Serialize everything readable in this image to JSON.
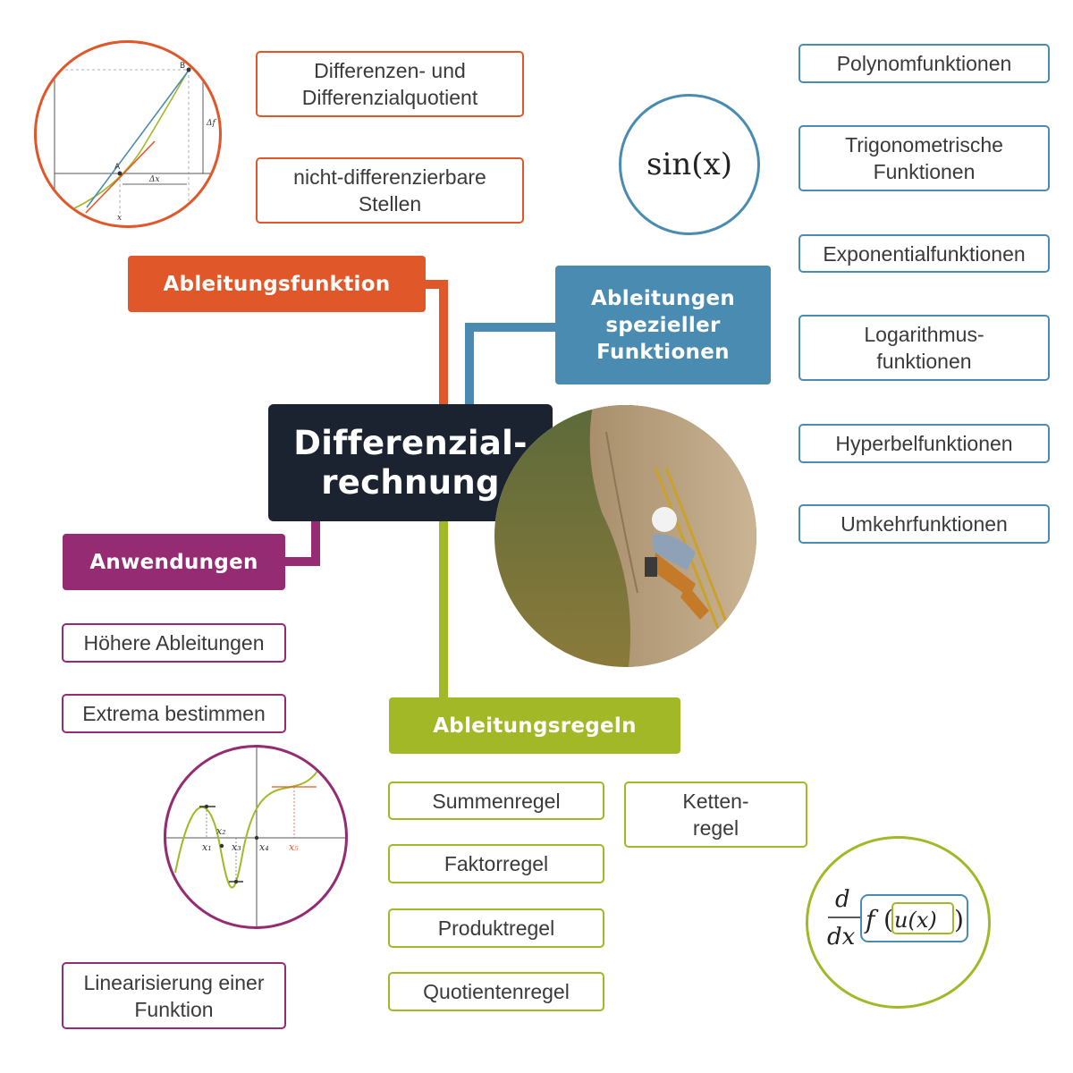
{
  "colors": {
    "center": "#1b2230",
    "orange": "#e0582a",
    "blue": "#4a8bb2",
    "purple": "#952b73",
    "green": "#a2b826"
  },
  "center": {
    "title": "Differenzial-\nrechnung"
  },
  "branches": {
    "ableitungsfunktion": {
      "label": "Ableitungsfunktion",
      "leaves": [
        "Differenzen- und\nDifferenzialquotient",
        "nicht-differenzierbare\nStellen"
      ]
    },
    "spezielle": {
      "label": "Ableitungen\nspezieller\nFunktionen",
      "leaves": [
        "Polynomfunktionen",
        "Trigonometrische\nFunktionen",
        "Exponentialfunktionen",
        "Logarithmus-\nfunktionen",
        "Hyperbelfunktionen",
        "Umkehrfunktionen"
      ]
    },
    "anwendungen": {
      "label": "Anwendungen",
      "leaves": [
        "Höhere Ableitungen",
        "Extrema bestimmen",
        "Linearisierung einer\nFunktion"
      ]
    },
    "regeln": {
      "label": "Ableitungsregeln",
      "leaves": [
        "Summenregel",
        "Faktorregel",
        "Produktregel",
        "Quotientenregel",
        "Ketten-\nregel"
      ]
    }
  },
  "illustrations": {
    "secant": {
      "icon": "secant-graph-icon",
      "labels": [
        "B",
        "A",
        "Δf",
        "Δx",
        "x"
      ]
    },
    "sine": {
      "formula": "sin(x)"
    },
    "climber": {
      "icon": "climber-photo-icon"
    },
    "extrema": {
      "icon": "extrema-graph-icon",
      "labels": [
        "x₁",
        "x₂",
        "x₃",
        "x₄",
        "x₅"
      ]
    },
    "chain": {
      "numerator": "d",
      "denominator": "dx",
      "outer": "f",
      "inner": "u(x)"
    }
  }
}
